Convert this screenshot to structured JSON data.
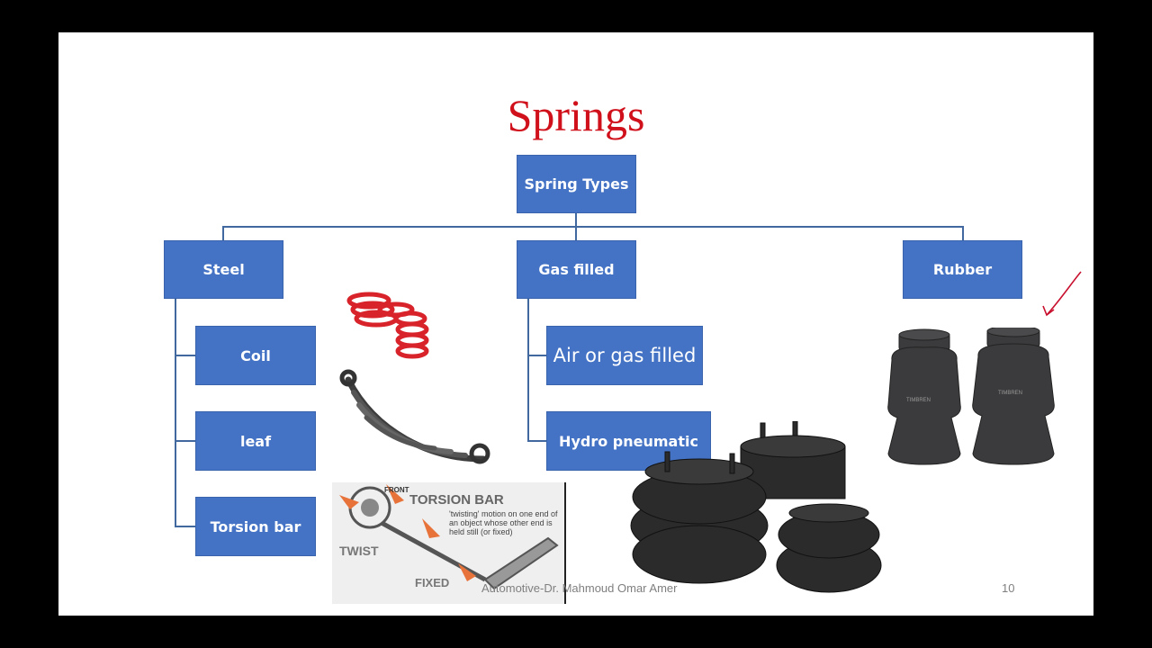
{
  "slide": {
    "title": "Springs",
    "root": "Spring Types",
    "categories": [
      "Steel",
      "Gas filled",
      "Rubber"
    ],
    "steel_types": [
      "Coil",
      "leaf",
      "Torsion bar"
    ],
    "gas_types": [
      "Air or gas filled",
      "Hydro pneumatic"
    ],
    "footer": "Automotive-Dr. Mahmoud Omar Amer",
    "page_number": "10"
  },
  "torsion_image": {
    "title": "TORSION BAR",
    "caption": "'twisting' motion on one end of an object whose other end is held still (or fixed)",
    "label_front": "FRONT",
    "label_twist": "TWIST",
    "label_fixed": "FIXED"
  },
  "rubber_image": {
    "brand": "TIMBREN"
  },
  "colors": {
    "title": "#d0101b",
    "box": "#4472c4",
    "connector": "#41689f"
  }
}
